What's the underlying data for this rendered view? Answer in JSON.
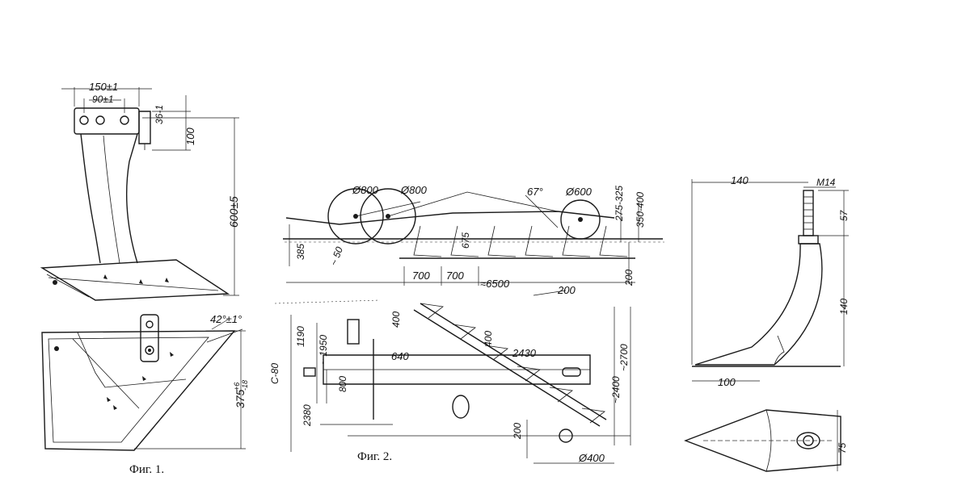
{
  "figure1": {
    "caption": "Фиг. 1.",
    "dims": {
      "top_width": "150±1",
      "hole_spacing": "90±1",
      "flange": "36-1",
      "post_top": "100",
      "height": "600±5",
      "angle": "42°±1°",
      "length": "375",
      "length_tol_upper": "+6",
      "length_tol_lower": "-18"
    }
  },
  "figure2": {
    "caption": "Фиг. 2.",
    "dims": {
      "wheel_a": "Ø800",
      "wheel_b": "Ø800",
      "wheel_c": "Ø600",
      "angle": "67°",
      "depth_range_a": "275-325",
      "depth_range_b": "350-400",
      "hitch_height": "385",
      "ground": "~ 50",
      "post_height": "675",
      "share_pitch_a": "700",
      "share_pitch_b": "700",
      "overall_length": "≈6500",
      "offset_bottom": "200",
      "share_depth": "200",
      "plan_a": "400",
      "plan_b": "400",
      "plan_frame": "640",
      "plan_offset": "2430",
      "plan_y1": "1190",
      "plan_y2": "~ 1950",
      "plan_hitch": "C-80",
      "plan_y3": "800",
      "plan_y4": "2380",
      "plan_width_a": "~2700",
      "plan_width_b": "~2400",
      "plan_bottom": "200",
      "wheel_d": "Ø400"
    }
  },
  "figure3": {
    "dims": {
      "width": "140",
      "thread": "M14",
      "bolt_len": "57",
      "height": "140",
      "base": "100",
      "plan_height": "75"
    }
  }
}
